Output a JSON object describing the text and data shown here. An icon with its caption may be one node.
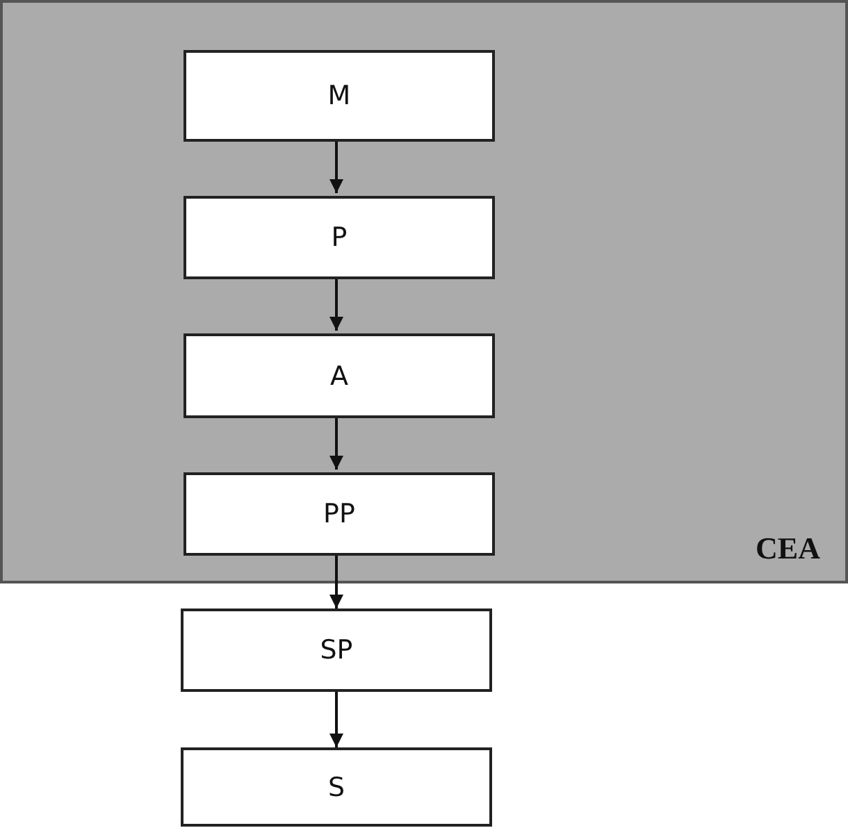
{
  "diagram": {
    "nodes": [
      {
        "text": [
          "CEA"
        ]
      },
      {
        "text": [
          "M"
        ],
        "in": 0
      },
      {
        "text": [
          "P"
        ],
        "in": 0
      },
      {
        "text": [
          "A"
        ],
        "in": 0
      },
      {
        "text": [
          "PP"
        ],
        "in": 0
      },
      {
        "text": [
          "SP"
        ]
      },
      {
        "text": [
          "S"
        ]
      }
    ],
    "edges": [
      {
        "from": 1,
        "to": 2,
        "arrow": "to"
      },
      {
        "from": 2,
        "to": 3,
        "arrow": "to"
      },
      {
        "from": 3,
        "to": 4,
        "arrow": "to"
      },
      {
        "from": 4,
        "to": 5,
        "arrow": "to"
      },
      {
        "from": 5,
        "to": 6,
        "arrow": "to"
      }
    ]
  }
}
